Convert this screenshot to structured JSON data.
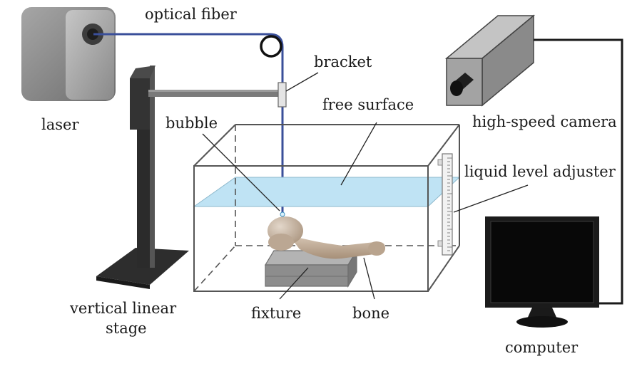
{
  "labels": {
    "laser": "laser",
    "optical_fiber": "optical fiber",
    "bracket": "bracket",
    "free_surface": "free surface",
    "bubble": "bubble",
    "high_speed_camera": "high-speed camera",
    "liquid_level_adjuster": "liquid level adjuster",
    "vertical_linear_stage_line1": "vertical linear",
    "vertical_linear_stage_line2": "stage",
    "fixture": "fixture",
    "bone": "bone",
    "computer": "computer"
  },
  "colors": {
    "fiber": "#3a4f9a",
    "water": "#bfe3f4",
    "laser_body": "#8c8c8c",
    "stage_dark": "#2b2b2b",
    "bone": "#c9b6a2",
    "fixture": "#8d8d8d",
    "camera": "#a3a3a3",
    "monitor": "#1b1b1b"
  },
  "icons": {
    "laser": "laser-box-icon",
    "camera": "camera-icon",
    "computer": "monitor-icon"
  }
}
